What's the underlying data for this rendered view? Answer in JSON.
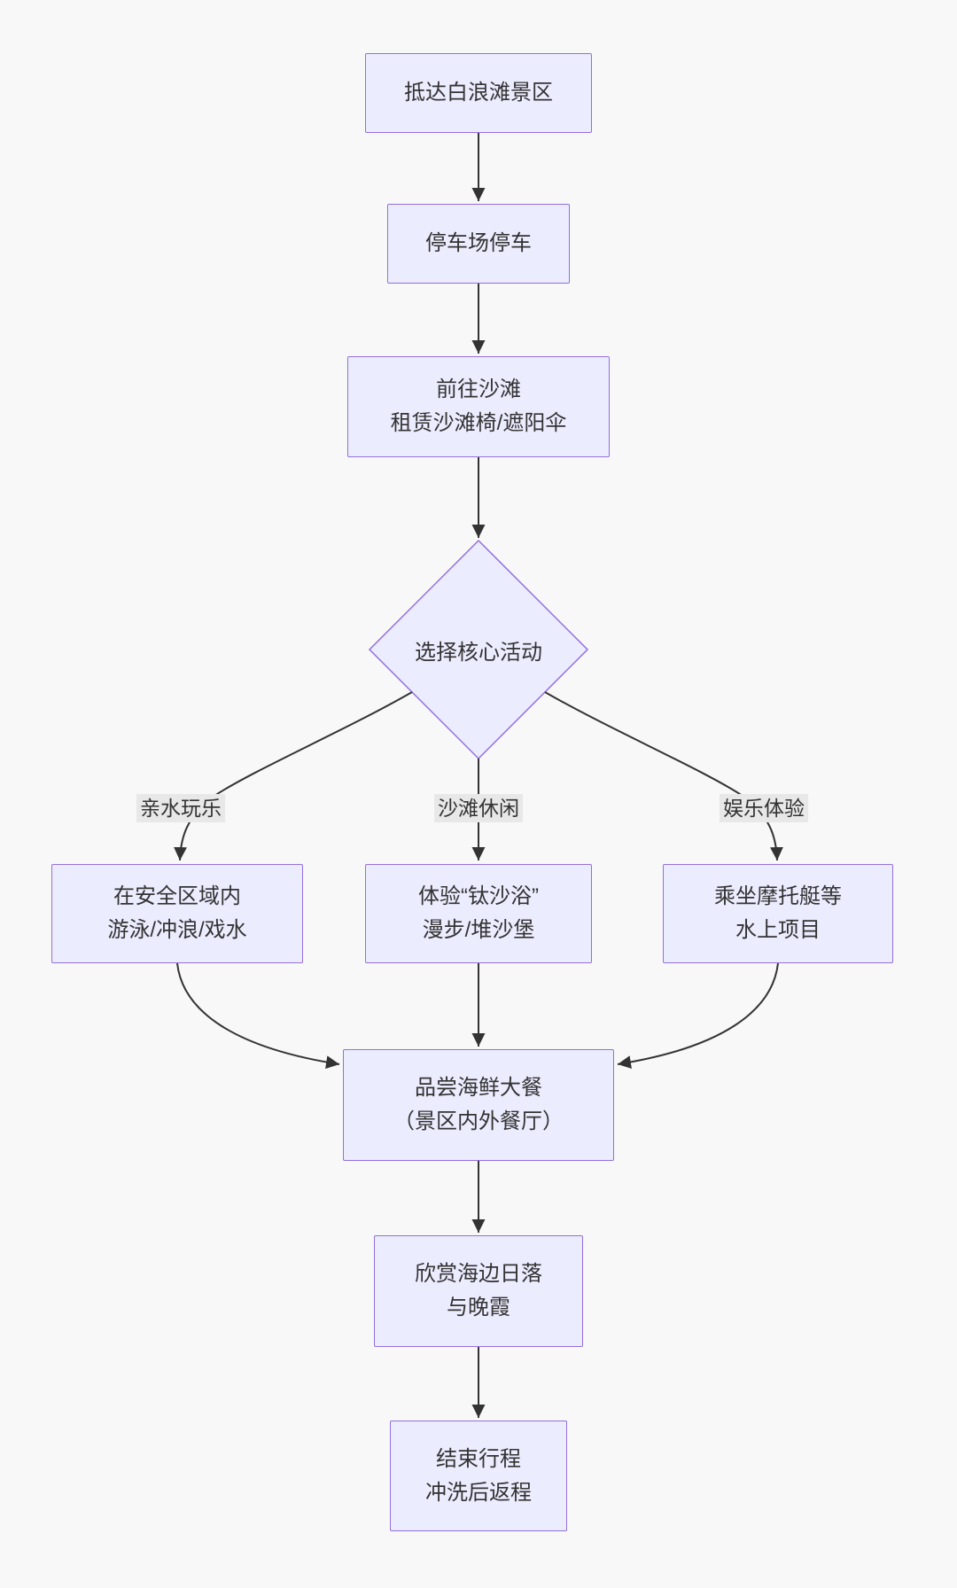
{
  "diagram": {
    "type": "flowchart",
    "colors": {
      "background": "#f8f8f8",
      "node_fill": "#ECECFF",
      "node_border": "#9370DB",
      "text": "#333333",
      "edge": "#333333",
      "edge_label_bg": "#e8e8e8"
    },
    "nodes": {
      "arrive": {
        "lines": [
          "抵达白浪滩景区"
        ]
      },
      "parking": {
        "lines": [
          "停车场停车"
        ]
      },
      "beach": {
        "lines": [
          "前往沙滩",
          "租赁沙滩椅/遮阳伞"
        ]
      },
      "decision": {
        "lines": [
          "选择核心活动"
        ],
        "shape": "diamond"
      },
      "swim": {
        "lines": [
          "在安全区域内",
          "游泳/冲浪/戏水"
        ]
      },
      "leisure": {
        "lines": [
          "体验“钛沙浴”",
          "漫步/堆沙堡"
        ]
      },
      "motor": {
        "lines": [
          "乘坐摩托艇等",
          "水上项目"
        ]
      },
      "seafood": {
        "lines": [
          "品尝海鲜大餐",
          "（景区内外餐厅）"
        ]
      },
      "sunset": {
        "lines": [
          "欣赏海边日落",
          "与晚霞"
        ]
      },
      "finish": {
        "lines": [
          "结束行程",
          "冲洗后返程"
        ]
      }
    },
    "edge_labels": {
      "water_fun": "亲水玩乐",
      "beach_leisure": "沙滩休闲",
      "entertainment": "娱乐体验"
    }
  }
}
